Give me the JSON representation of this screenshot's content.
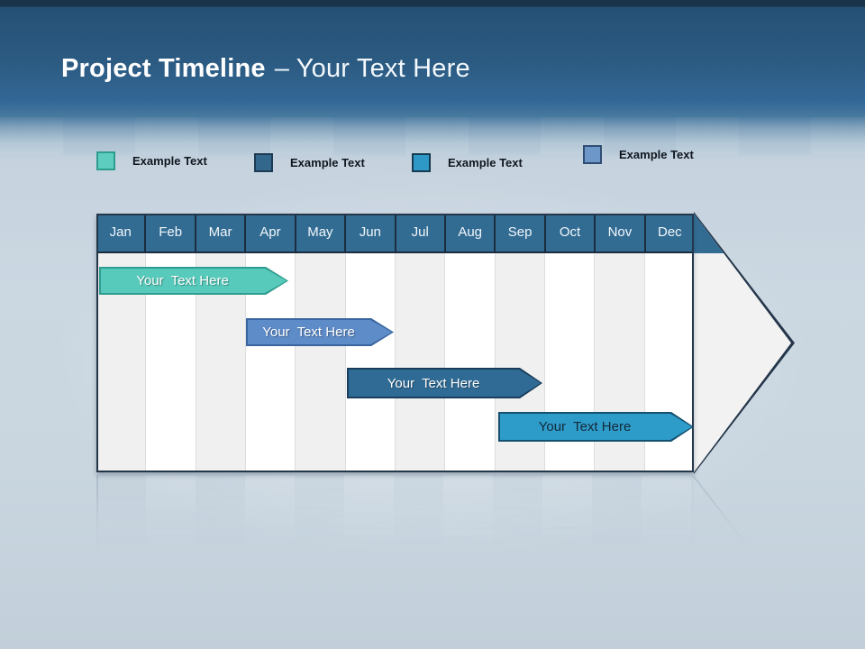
{
  "title": {
    "bold": "Project Timeline",
    "rest": "– Your Text Here"
  },
  "legend": {
    "items": [
      {
        "label": "Example Text",
        "fill": "#5CCDBE",
        "border": "#2E9C8E"
      },
      {
        "label": "Example Text",
        "fill": "#33688C",
        "border": "#1C3A52"
      },
      {
        "label": "Example Text",
        "fill": "#2E99C7",
        "border": "#153B50"
      },
      {
        "label": "Example Text",
        "fill": "#6D97C9",
        "border": "#2E4D72"
      }
    ]
  },
  "chart_data": {
    "type": "bar",
    "variant": "gantt-timeline",
    "title": "Project Timeline – Your Text Here",
    "categories": [
      "Jan",
      "Feb",
      "Mar",
      "Apr",
      "May",
      "Jun",
      "Jul",
      "Aug",
      "Sep",
      "Oct",
      "Nov",
      "Dec"
    ],
    "header_color": "#336C93",
    "axis": "one calendar year, Jan through Dec",
    "bars": [
      {
        "label": "Your  Text Here",
        "start_month": 0.0,
        "end_month": 3.8,
        "fill": "#57CABB",
        "border": "#2E9C8E",
        "text_color": "#FFFFFF"
      },
      {
        "label": "Your  Text Here",
        "start_month": 3.0,
        "end_month": 6.0,
        "fill": "#5E8CC9",
        "border": "#3A66A0",
        "text_color": "#FFFFFF"
      },
      {
        "label": "Your  Text Here",
        "start_month": 5.0,
        "end_month": 9.0,
        "fill": "#306B95",
        "border": "#1A3E5C",
        "text_color": "#FFFFFF"
      },
      {
        "label": "Your  Text Here",
        "start_month": 8.0,
        "end_month": 12.0,
        "fill": "#2E9CC9",
        "border": "#15506E",
        "text_color": "#12293A"
      }
    ]
  }
}
